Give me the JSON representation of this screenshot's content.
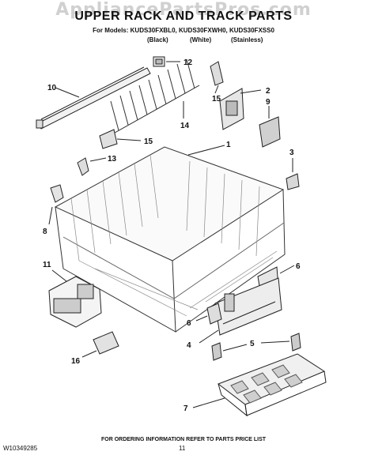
{
  "watermark": "AppliancePartsPros.com",
  "title": "UPPER RACK AND TRACK PARTS",
  "models_line": "For Models: KUDS30FXBL0, KUDS30FXWH0, KUDS30FXSS0",
  "variants": [
    "(Black)",
    "(White)",
    "(Stainless)"
  ],
  "callouts": [
    "12",
    "10",
    "2",
    "15",
    "9",
    "14",
    "15",
    "1",
    "13",
    "3",
    "8",
    "11",
    "6",
    "6",
    "4",
    "5",
    "16",
    "7"
  ],
  "footer": "FOR ORDERING INFORMATION REFER TO PARTS PRICE LIST",
  "doc_number": "W10349285",
  "page_number": "11"
}
